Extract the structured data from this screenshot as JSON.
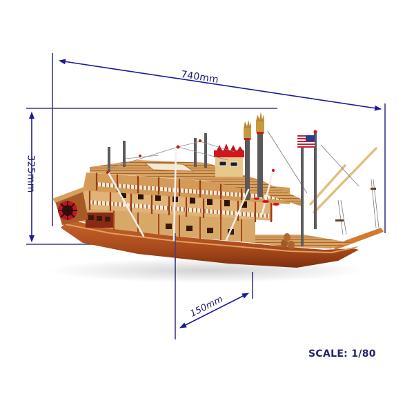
{
  "diagram": {
    "subject": "Mississippi-style sternwheel riverboat model",
    "dimensions": {
      "length": {
        "label": "740mm",
        "value": 740,
        "unit": "mm"
      },
      "height": {
        "label": "325mm",
        "value": 325,
        "unit": "mm"
      },
      "width": {
        "label": "150mm",
        "value": 150,
        "unit": "mm"
      }
    },
    "scale": {
      "label": "SCALE: 1/80",
      "ratio": "1/80"
    }
  },
  "colors": {
    "dimension_line": "#3b3a8c",
    "arrow": "#1a1a9a",
    "label_text": "#1b1a6e",
    "hull": "#b5521f",
    "hull_dark": "#8a3414",
    "wood_deck": "#d9a25e",
    "railing": "#f2e6d0",
    "frame_red": "#a63a1a",
    "accent_red": "#d0161e",
    "funnel": "#505050",
    "gold": "#c99a3a",
    "background": "#ffffff"
  },
  "icons": {
    "flag": "us-flag",
    "paddle_wheel": "sternwheel"
  }
}
